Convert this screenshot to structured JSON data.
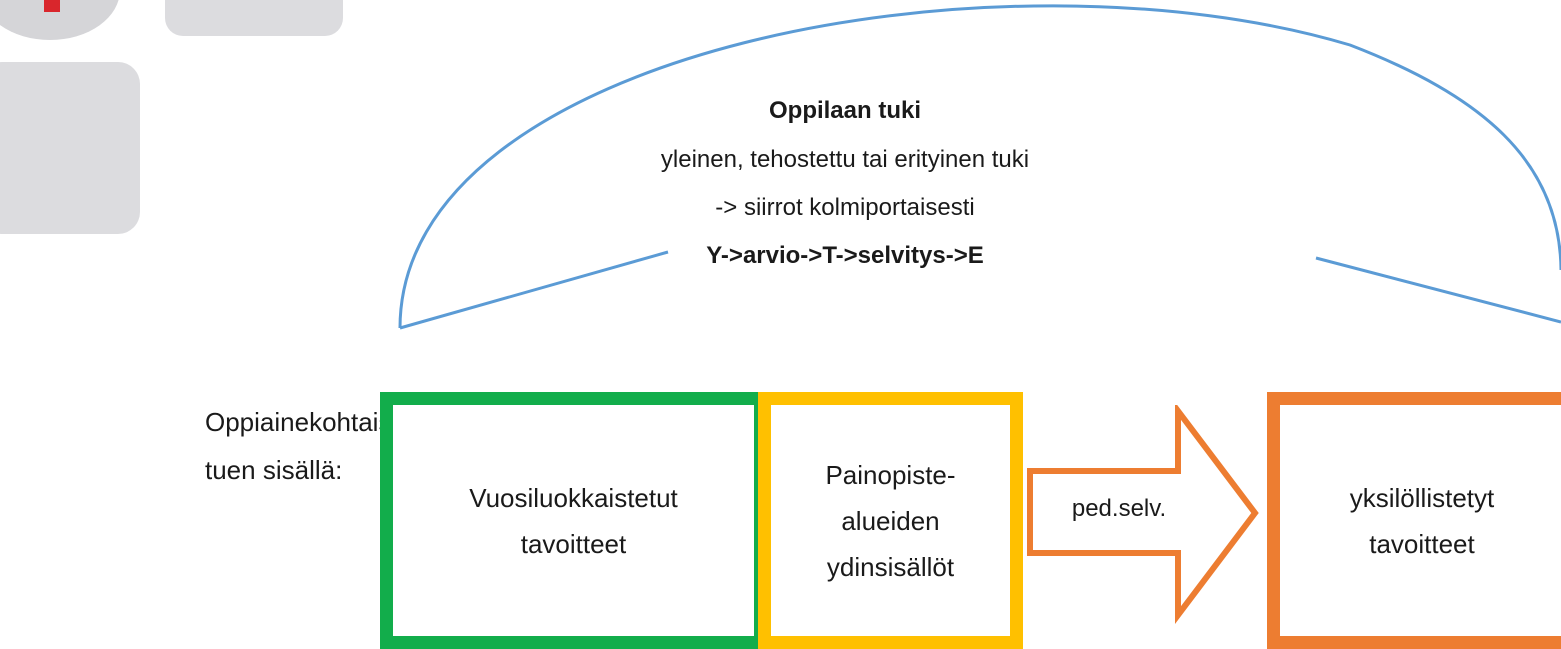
{
  "support": {
    "title": "Oppilaan tuki",
    "line1": "yleinen, tehostettu tai erityinen tuki",
    "line2": "-> siirrot kolmiportaisesti",
    "line3": "Y->arvio->T->selvitys->E"
  },
  "subject_label": {
    "line1": "Oppiainekohtaisesti",
    "line2": "tuen sisällä:"
  },
  "boxes": {
    "grade_goals": {
      "line1": "Vuosiluokkaistetut",
      "line2": "tavoitteet"
    },
    "core_content": {
      "line1": "Painopiste-",
      "line2": "alueiden",
      "line3": "ydinsisällöt"
    },
    "individual_goals": {
      "line1": "yksilöllistetyt",
      "line2": "tavoitteet"
    }
  },
  "arrow": {
    "label": "ped.selv."
  },
  "colors": {
    "arc": "#5b9bd5",
    "green": "#12ad4b",
    "yellow": "#ffc000",
    "orange": "#ed7d31"
  }
}
